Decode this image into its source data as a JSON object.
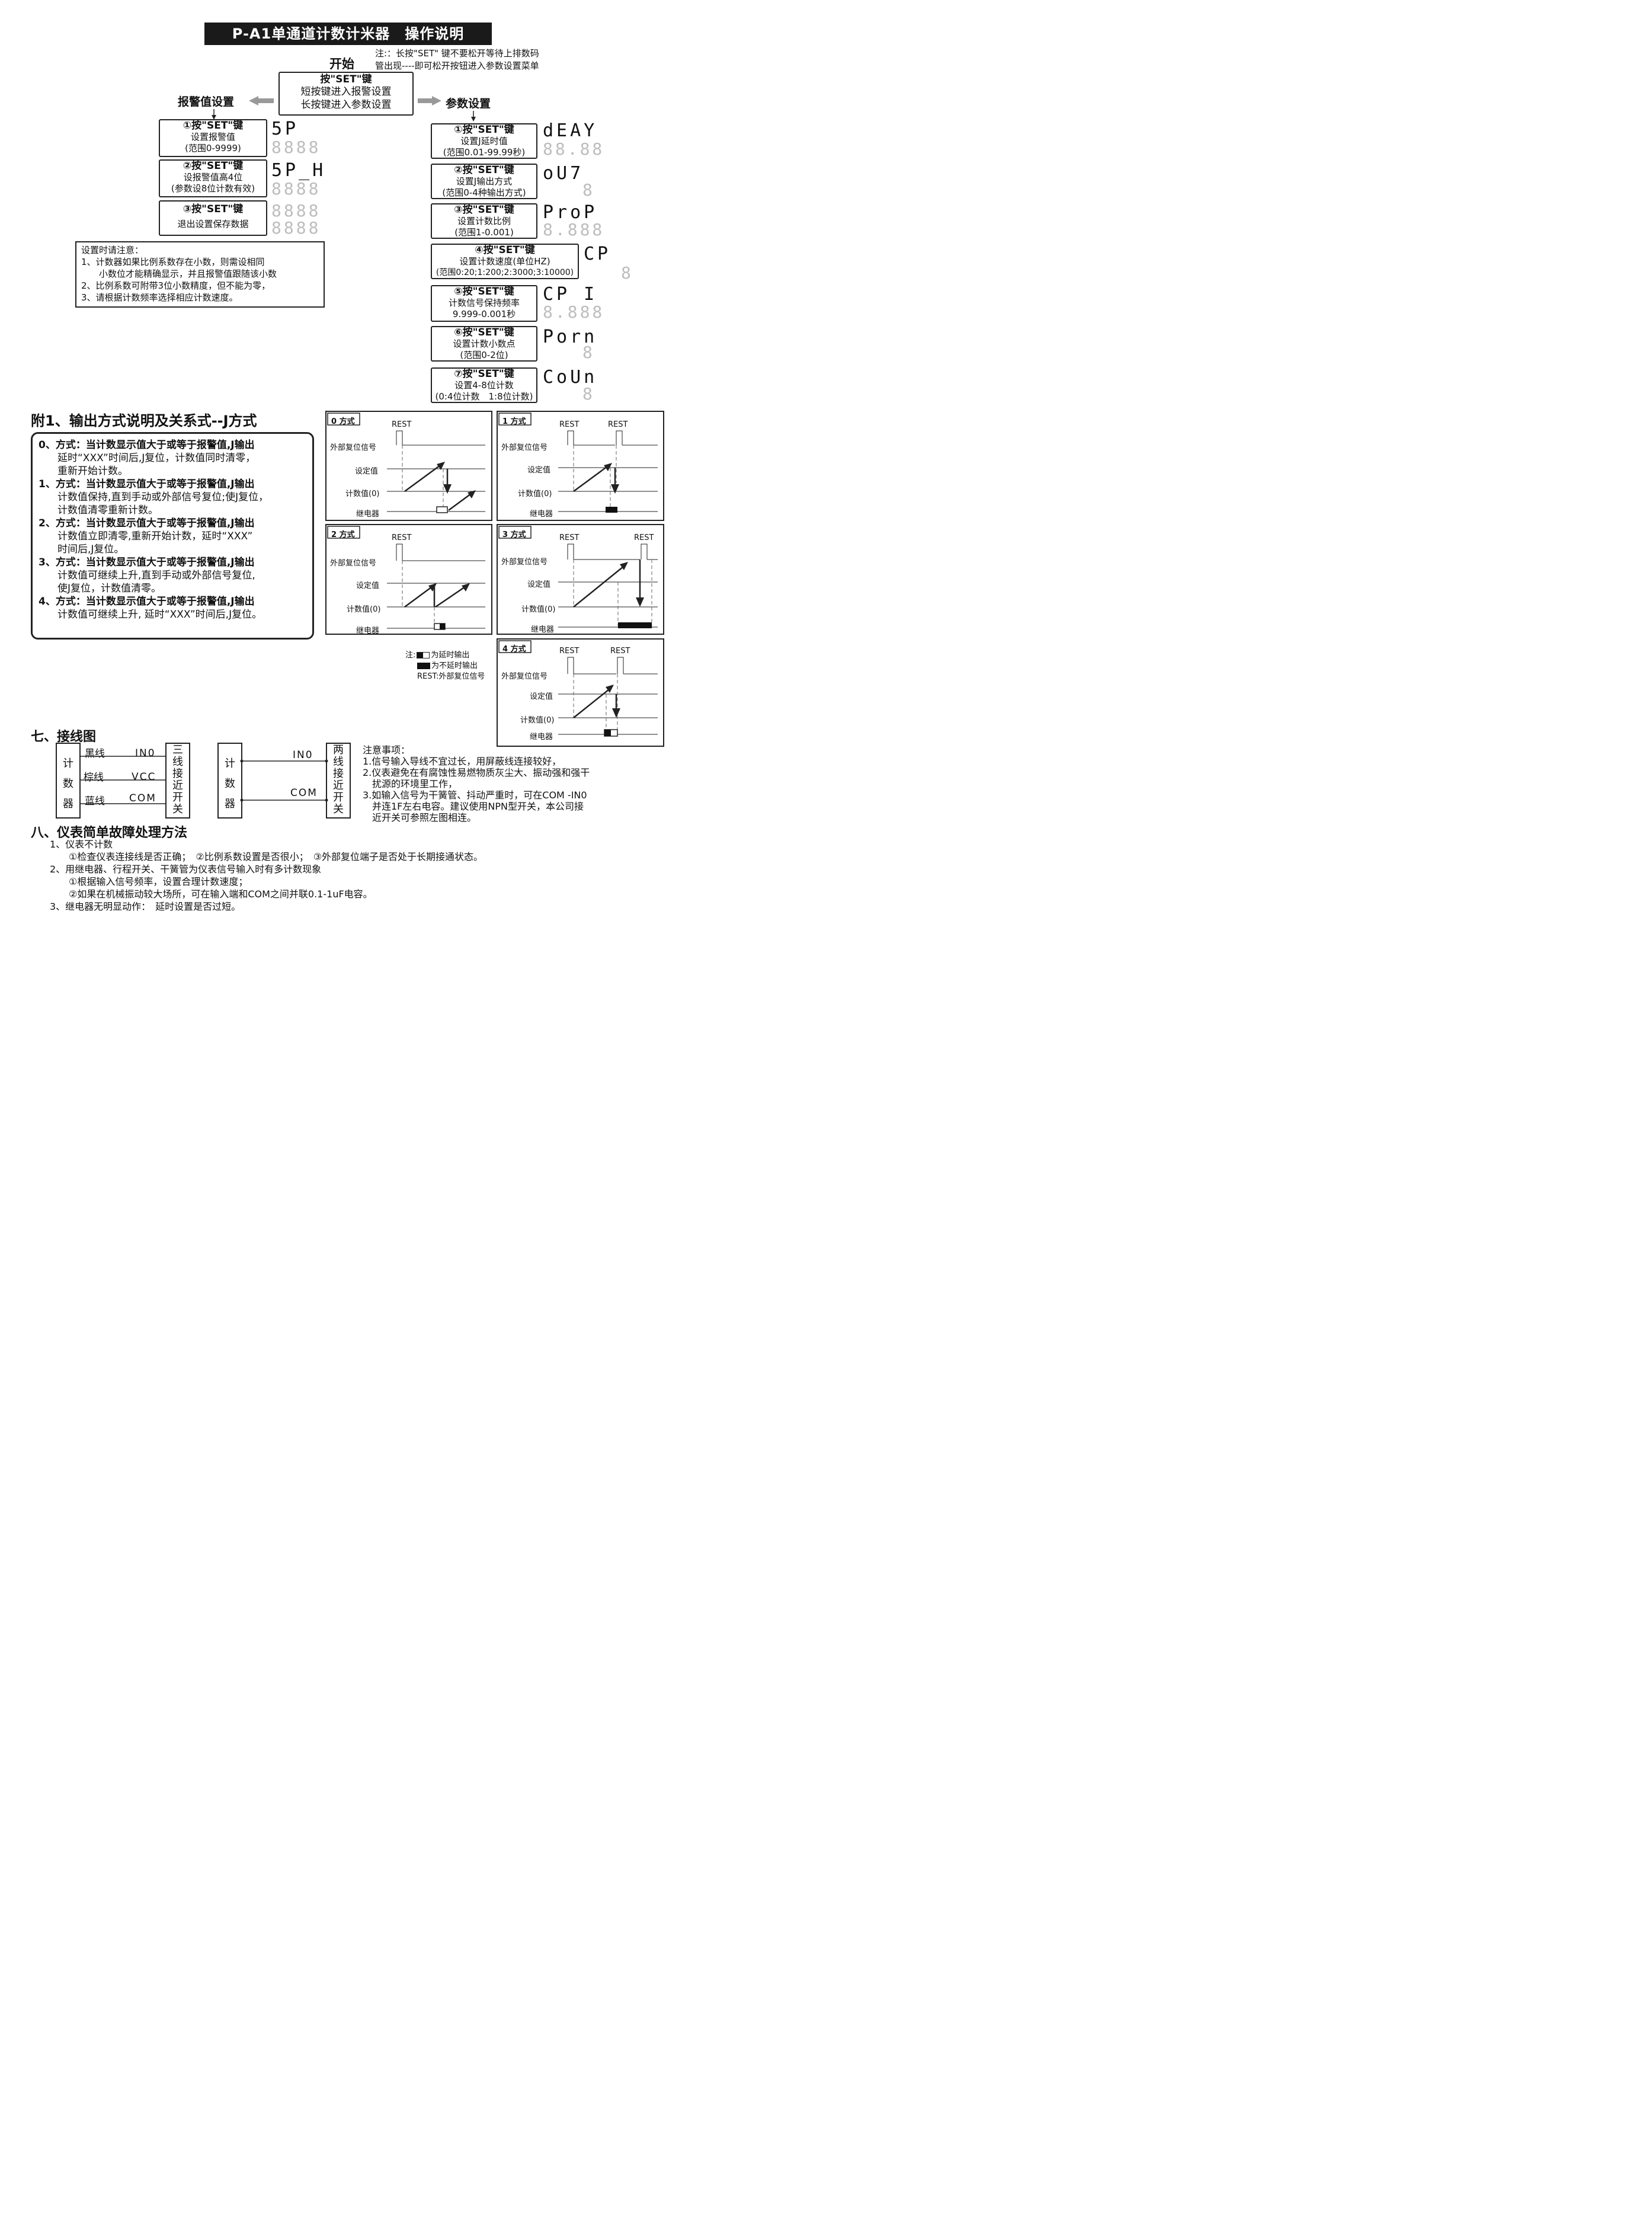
{
  "title": "P-A1单通道计数计米器　操作说明",
  "start_label": "开始",
  "top_note": [
    "注:：长按\"SET\" 键不要松开等待上排数码",
    "管出现----即可松开按钮进入参数设置菜单"
  ],
  "center_box": {
    "heading": "按\"SET\"键",
    "line1": "短按键进入报警设置",
    "line2": "长按键进入参数设置"
  },
  "left_head": "报警值设置",
  "right_head": "参数设置",
  "alarm_steps": [
    {
      "heading": "①按\"SET\"键",
      "line1": "设置报警值",
      "line2": "(范围0-9999)",
      "display_top": "5P",
      "display_bottom": "8888"
    },
    {
      "heading": "②按\"SET\"键",
      "line1": "设报警值高4位",
      "line2": "(参数设8位计数有效)",
      "display_top": "5P_H",
      "display_bottom": "8888"
    },
    {
      "heading": "③按\"SET\"键",
      "line1": "退出设置保存数据",
      "line2": "",
      "display_top": "8888",
      "display_bottom": "8888"
    }
  ],
  "param_steps": [
    {
      "heading": "①按\"SET\"键",
      "line1": "设置J延时值",
      "line2": "(范围0.01-99.99秒)",
      "display_top": "dEAY",
      "display_bottom": "88.88"
    },
    {
      "heading": "②按\"SET\"键",
      "line1": "设置J输出方式",
      "line2": "(范围0-4种输出方式)",
      "display_top": "oU7",
      "display_bottom": "8"
    },
    {
      "heading": "③按\"SET\"键",
      "line1": "设置计数比例",
      "line2": "(范围1-0.001)",
      "display_top": "ProP",
      "display_bottom": "8.888"
    },
    {
      "heading": "④按\"SET\"键",
      "line1": "设置计数速度(单位HZ)",
      "line2": "(范围0:20;1:200;2:3000;3:10000)",
      "display_top": "CP",
      "display_bottom": "8"
    },
    {
      "heading": "⑤按\"SET\"键",
      "line1": "计数信号保持频率",
      "line2": "9.999-0.001秒",
      "display_top": "CP I",
      "display_bottom": "8.888"
    },
    {
      "heading": "⑥按\"SET\"键",
      "line1": "设置计数小数点",
      "line2": "(范围0-2位)",
      "display_top": "Porn",
      "display_bottom": "8"
    },
    {
      "heading": "⑦按\"SET\"键",
      "line1": "设置4-8位计数",
      "line2": "(0:4位计数　1:8位计数)",
      "display_top": "CoUn",
      "display_bottom": "8"
    }
  ],
  "setting_notes": [
    "设置时请注意：",
    "1、计数器如果比例系数存在小数，则需设相同",
    "　　小数位才能精确显示，并且报警值跟随该小数",
    "2、比例系数可附带3位小数精度，但不能为零，",
    "3、请根据计数频率选择相应计数速度。"
  ],
  "appendix_title": "附1、输出方式说明及关系式--J方式",
  "modes": [
    {
      "head": "0、方式：当计数显示值大于或等于报警值,J输出",
      "body": [
        "延时“XXX”时间后,J复位，计数值同时清零，",
        "重新开始计数。"
      ]
    },
    {
      "head": "1、方式：当计数显示值大于或等于报警值,J输出",
      "body": [
        "计数值保持,直到手动或外部信号复位;使J复位，",
        "计数值清零重新计数。"
      ]
    },
    {
      "head": "2、方式：当计数显示值大于或等于报警值,J输出",
      "body": [
        "计数值立即清零,重新开始计数，延时“XXX”",
        "时间后,J复位。"
      ]
    },
    {
      "head": "3、方式：当计数显示值大于或等于报警值,J输出",
      "body": [
        "计数值可继续上升,直到手动或外部信号复位,",
        "使J复位，计数值清零。"
      ]
    },
    {
      "head": "4、方式：当计数显示值大于或等于报警值,J输出",
      "body": [
        "计数值可继续上升, 延时“XXX”时间后,J复位。"
      ]
    }
  ],
  "timing": {
    "rest": "REST",
    "sig_ext": "外部复位信号",
    "sig_set": "设定值",
    "sig_count": "计数值(0)",
    "sig_relay": "继电器",
    "panels": [
      "0 方式",
      "1 方式",
      "2 方式",
      "3 方式",
      "4 方式"
    ]
  },
  "legend": {
    "prefix": "注:",
    "delay": "为延时输出",
    "nodelay": "为不延时输出",
    "rest": "REST:外部复位信号"
  },
  "wiring": {
    "title": "七、接线图",
    "counter": [
      "计",
      "数",
      "器"
    ],
    "three_wire": [
      "三",
      "线",
      "接",
      "近",
      "开",
      "关"
    ],
    "two_wire": [
      "两",
      "线",
      "接",
      "近",
      "开",
      "关"
    ],
    "wires3": [
      {
        "color": "黑线",
        "term": "IN0"
      },
      {
        "color": "棕线",
        "term": "VCC"
      },
      {
        "color": "蓝线",
        "term": "COM"
      }
    ],
    "wires2": [
      "IN0",
      "COM"
    ],
    "notes": [
      "注意事项：",
      "1.信号输入导线不宜过长，用屏蔽线连接较好，",
      "2.仪表避免在有腐蚀性易燃物质灰尘大、振动强和强干",
      "　扰源的环境里工作，",
      "3.如输入信号为干簧管、抖动严重时，可在COM -IN0",
      "　并连1F左右电容。建议使用NPN型开关，本公司接",
      "　近开关可参照左图相连。"
    ]
  },
  "troubleshoot": {
    "title": "八、仪表简单故障处理方法",
    "lines": [
      "1、仪表不计数",
      "　　①检查仪表连接线是否正确；　②比例系数设置是否很小；　③外部复位端子是否处于长期接通状态。",
      "2、用继电器、行程开关、干簧管为仪表信号输入时有多计数现象",
      "　　①根据输入信号频率，设置合理计数速度；",
      "　　②如果在机械振动较大场所，可在输入端和COM之间并联0.1-1uF电容。",
      "3、继电器无明显动作：　延时设置是否过短。"
    ]
  }
}
